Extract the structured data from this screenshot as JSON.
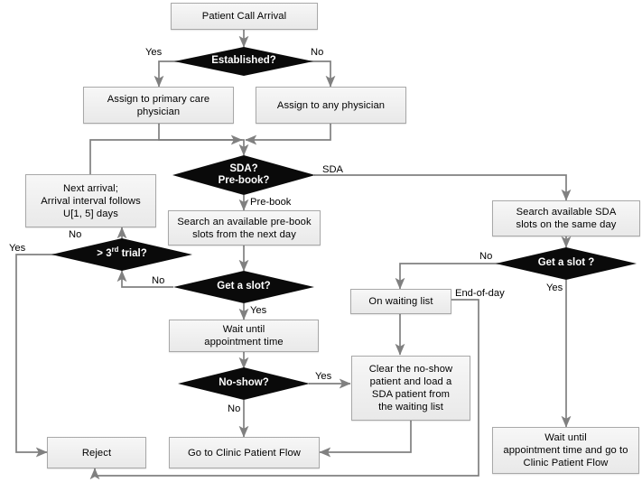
{
  "diagram": {
    "title": "Patient Call Arrival Scheduling Flowchart",
    "colors": {
      "decision_fill": "#0a0a0a",
      "decision_text": "#ffffff",
      "process_fill": "#eeeeee",
      "process_border": "#a8a8a8",
      "connector": "#808080",
      "background": "#ffffff"
    },
    "process_nodes": [
      {
        "id": "patient-call-arrival",
        "label": "Patient Call Arrival"
      },
      {
        "id": "assign-primary-care",
        "label": "Assign to primary care physician"
      },
      {
        "id": "assign-any-physician",
        "label": "Assign to any physician"
      },
      {
        "id": "next-arrival",
        "label": "Next arrival; Arrival interval follows U[1, 5] days"
      },
      {
        "id": "search-prebook-slots",
        "label": "Search an available pre-book slots from the next day"
      },
      {
        "id": "search-sda-slots",
        "label": "Search available SDA slots on the same day"
      },
      {
        "id": "wait-appointment",
        "label": "Wait until appointment time"
      },
      {
        "id": "on-waiting-list",
        "label": "On waiting list"
      },
      {
        "id": "clear-no-show",
        "label": "Clear the no-show patient and load a SDA patient from the waiting list"
      },
      {
        "id": "reject",
        "label": "Reject"
      },
      {
        "id": "go-to-clinic-flow",
        "label": "Go to Clinic Patient Flow"
      },
      {
        "id": "wait-and-go-clinic",
        "label": "Wait until appointment time and go to Clinic Patient Flow"
      }
    ],
    "decision_nodes": [
      {
        "id": "established",
        "label": "Established?"
      },
      {
        "id": "sda-prebook",
        "label": "SDA? Pre-book?"
      },
      {
        "id": "third-trial",
        "label": "> 3rd trial?"
      },
      {
        "id": "get-a-slot-prebook",
        "label": "Get a slot?"
      },
      {
        "id": "get-a-slot-sda",
        "label": "Get a slot ?"
      },
      {
        "id": "no-show",
        "label": "No-show?"
      }
    ],
    "nodes": {
      "patient_call_arrival": "Patient Call Arrival",
      "assign_primary_line1": "Assign to primary care",
      "assign_primary_line2": "physician",
      "assign_any": "Assign to any physician",
      "next_arrival_line1": "Next arrival;",
      "next_arrival_line2": "Arrival interval follows",
      "next_arrival_line3": "U[1, 5] days",
      "search_prebook_line1": "Search an available pre-book",
      "search_prebook_line2": "slots from the next day",
      "search_sda_line1": "Search available SDA",
      "search_sda_line2": "slots on the same day",
      "wait_appt_line1": "Wait until",
      "wait_appt_line2": "appointment time",
      "on_waiting_list": "On waiting list",
      "clear_noshow_line1": "Clear the no-show",
      "clear_noshow_line2": "patient and load a",
      "clear_noshow_line3": "SDA patient from",
      "clear_noshow_line4": "the waiting list",
      "reject": "Reject",
      "go_clinic_flow": "Go to Clinic Patient Flow",
      "wait_go_line1": "Wait until",
      "wait_go_line2": "appointment time and go to",
      "wait_go_line3": "Clinic Patient Flow"
    },
    "decisions": {
      "established": "Established?",
      "sda_line1": "SDA?",
      "sda_line2": "Pre-book?",
      "third_trial_prefix": "> 3",
      "third_trial_sup": "rd",
      "third_trial_suffix": " trial?",
      "get_a_slot_prebook": "Get a slot?",
      "get_a_slot_sda": "Get a slot ?",
      "no_show": "No-show?"
    },
    "edge_labels": {
      "established_yes": "Yes",
      "established_no": "No",
      "sda_branch": "SDA",
      "prebook_branch": "Pre-book",
      "prebook_slot_no": "No",
      "prebook_slot_yes": "Yes",
      "third_trial_yes": "Yes",
      "third_trial_no": "No",
      "sda_slot_no": "No",
      "sda_slot_yes": "Yes",
      "no_show_yes": "Yes",
      "no_show_no": "No",
      "end_of_day": "End-of-day"
    }
  }
}
